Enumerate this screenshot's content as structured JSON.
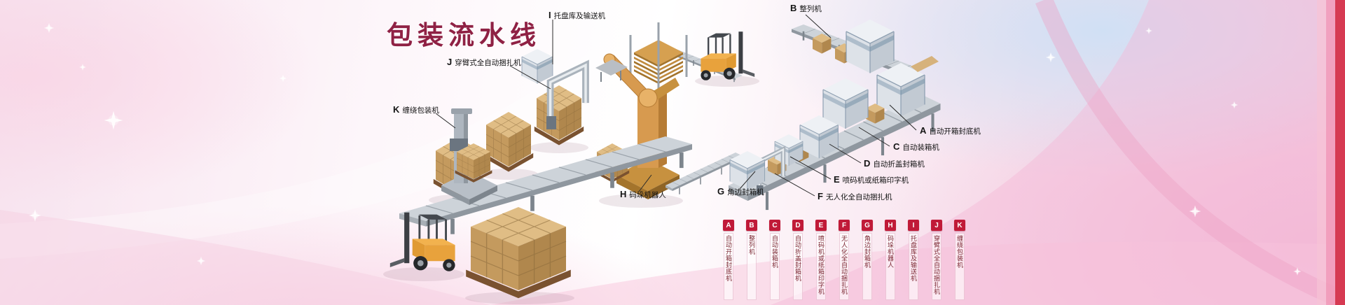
{
  "title": "包装流水线",
  "callouts": [
    {
      "letter": "K",
      "label": "缠绕包装机"
    },
    {
      "letter": "J",
      "label": "穿臂式全自动捆扎机"
    },
    {
      "letter": "I",
      "label": "托盘库及输送机"
    },
    {
      "letter": "B",
      "label": "整列机"
    },
    {
      "letter": "A",
      "label": "自动开箱封底机"
    },
    {
      "letter": "C",
      "label": "自动装箱机"
    },
    {
      "letter": "D",
      "label": "自动折盖封箱机"
    },
    {
      "letter": "E",
      "label": "喷码机或纸箱印字机"
    },
    {
      "letter": "F",
      "label": "无人化全自动捆扎机"
    },
    {
      "letter": "G",
      "label": "角边封箱机"
    },
    {
      "letter": "H",
      "label": "码垛机器人"
    }
  ],
  "legend": [
    {
      "letter": "A",
      "label": "自动开箱封底机"
    },
    {
      "letter": "B",
      "label": "整列机"
    },
    {
      "letter": "C",
      "label": "自动装箱机"
    },
    {
      "letter": "D",
      "label": "自动折盖封箱机"
    },
    {
      "letter": "E",
      "label": "喷码机或纸箱印字机"
    },
    {
      "letter": "F",
      "label": "无人化全自动捆扎机"
    },
    {
      "letter": "G",
      "label": "角边封箱机"
    },
    {
      "letter": "H",
      "label": "码垛机器人"
    },
    {
      "letter": "I",
      "label": "托盘库及输送机"
    },
    {
      "letter": "J",
      "label": "穿臂式全自动捆扎机"
    },
    {
      "letter": "K",
      "label": "缠绕包装机"
    }
  ],
  "colors": {
    "title": "#8f2144",
    "legend_badge": "#c01a38",
    "legend_text": "#7d2a35",
    "accent_pink": "#f2c3da",
    "edge_red": "#d63a52",
    "carton": "#c49a5e",
    "machine_gray": "#dde2e8"
  }
}
